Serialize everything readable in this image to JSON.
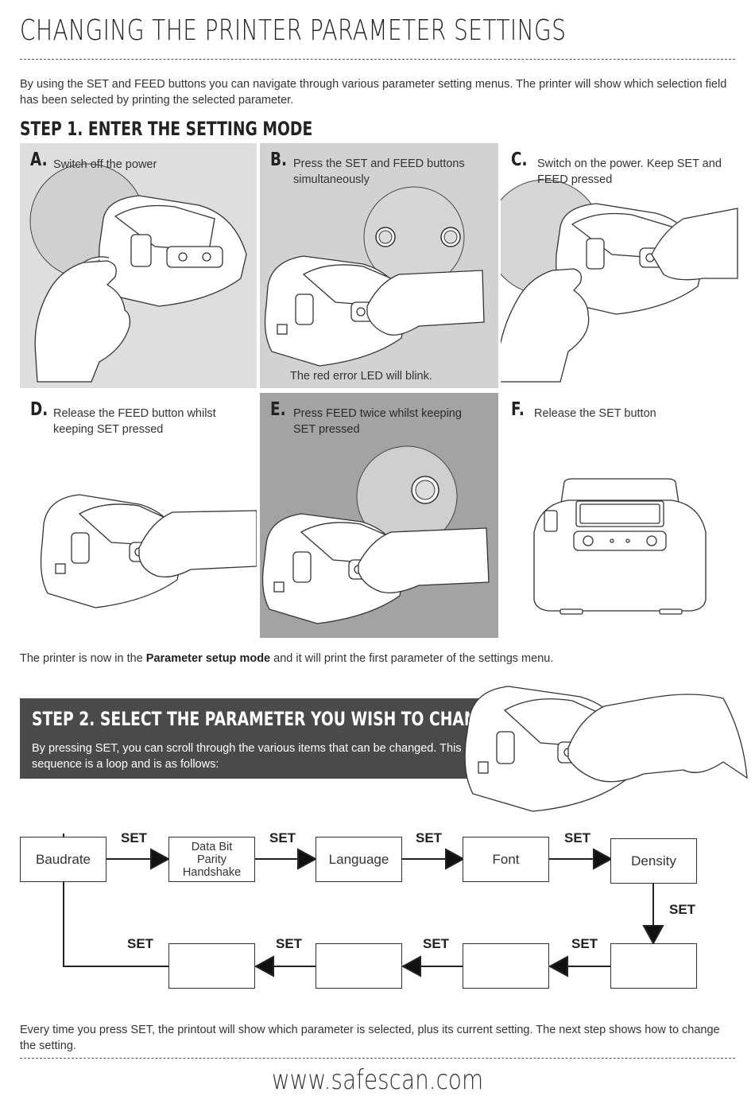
{
  "header": {
    "title": "CHANGING THE PRINTER PARAMETER SETTINGS"
  },
  "intro": "By using the SET and FEED buttons you can navigate through various parameter setting menus. The printer will show which selection field has been selected by printing the selected parameter.",
  "step1": {
    "title": "STEP 1. ENTER THE SETTING MODE",
    "panels": [
      {
        "letter": "A.",
        "text": "Switch off the power"
      },
      {
        "letter": "B.",
        "text": "Press the SET and FEED buttons simultaneously",
        "note": "The red error LED will blink."
      },
      {
        "letter": "C.",
        "text": "Switch on the power. Keep SET and FEED pressed"
      },
      {
        "letter": "D.",
        "text": "Release the FEED button whilst keeping SET pressed"
      },
      {
        "letter": "E.",
        "text": "Press FEED twice whilst keeping SET pressed"
      },
      {
        "letter": "F.",
        "text": "Release the SET button"
      }
    ],
    "result_prefix": "The printer is now in the ",
    "result_bold": "Parameter setup mode",
    "result_suffix": " and it will print the first parameter of the settings menu."
  },
  "step2": {
    "title": "STEP 2. SELECT THE PARAMETER YOU WISH TO CHANGE",
    "description": "By pressing SET, you can scroll through the various items that can be changed. This sequence is a loop and is as follows:"
  },
  "flow": {
    "top_row": [
      "Baudrate",
      [
        "Data Bit",
        "Parity",
        "Handshake"
      ],
      "Language",
      "Font",
      "Density"
    ],
    "arrow_label": "SET",
    "bottom_row": [
      "",
      "",
      "",
      ""
    ]
  },
  "footer": {
    "text": "Every time you press SET, the printout will show which parameter is selected, plus its current setting. The next step shows how to change the setting.",
    "url": "www.safescan.com"
  }
}
